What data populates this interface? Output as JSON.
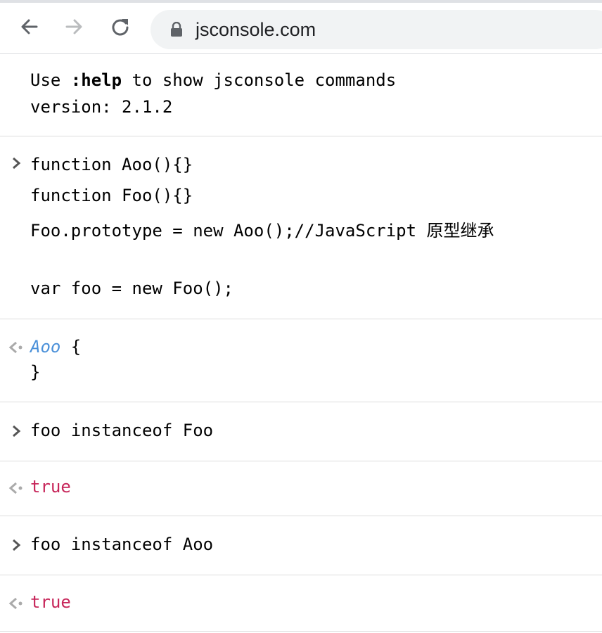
{
  "browser": {
    "url": "jsconsole.com",
    "icons": [
      "back-icon",
      "forward-icon",
      "reload-icon",
      "lock-icon"
    ]
  },
  "console": {
    "help": {
      "prefix": "Use ",
      "command": ":help",
      "suffix": " to show jsconsole commands",
      "version": "version: 2.1.2"
    },
    "entries": [
      {
        "type": "input",
        "lines": [
          "function Aoo(){}",
          "function Foo(){}",
          "Foo.prototype = new Aoo();//JavaScript 原型继承",
          "",
          "var foo = new Foo();"
        ]
      },
      {
        "type": "output",
        "object_name": "Aoo",
        "open_brace": " {",
        "close_brace": "}"
      },
      {
        "type": "input",
        "line": "foo instanceof Foo"
      },
      {
        "type": "output",
        "value": "true"
      },
      {
        "type": "input",
        "line": "foo instanceof Aoo"
      },
      {
        "type": "output",
        "value": "true"
      }
    ]
  },
  "colors": {
    "object_name": "#4a90d9",
    "boolean": "#c7265a",
    "divider": "#dcdcdc",
    "omnibox_bg": "#f1f3f4"
  }
}
